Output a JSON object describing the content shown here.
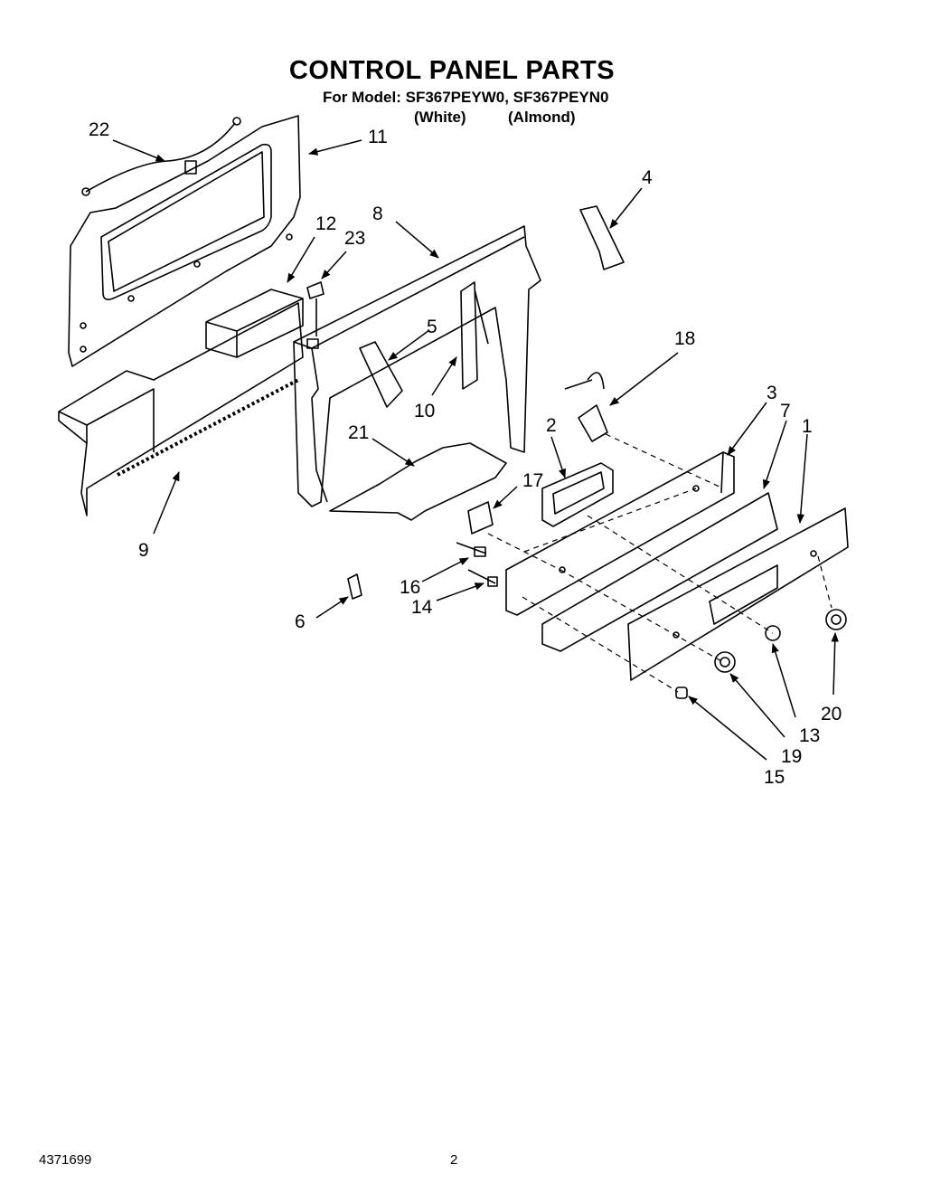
{
  "header": {
    "title": "CONTROL PANEL PARTS",
    "subtitle": "For Model: SF367PEYW0, SF367PEYN0",
    "variant_white": "(White)",
    "variant_almond": "(Almond)"
  },
  "callouts": [
    "22",
    "11",
    "8",
    "12",
    "23",
    "4",
    "5",
    "10",
    "18",
    "2",
    "3",
    "7",
    "1",
    "21",
    "17",
    "16",
    "14",
    "6",
    "9",
    "13",
    "20",
    "19",
    "15"
  ],
  "footer": {
    "doc_number": "4371699",
    "page_number": "2"
  }
}
